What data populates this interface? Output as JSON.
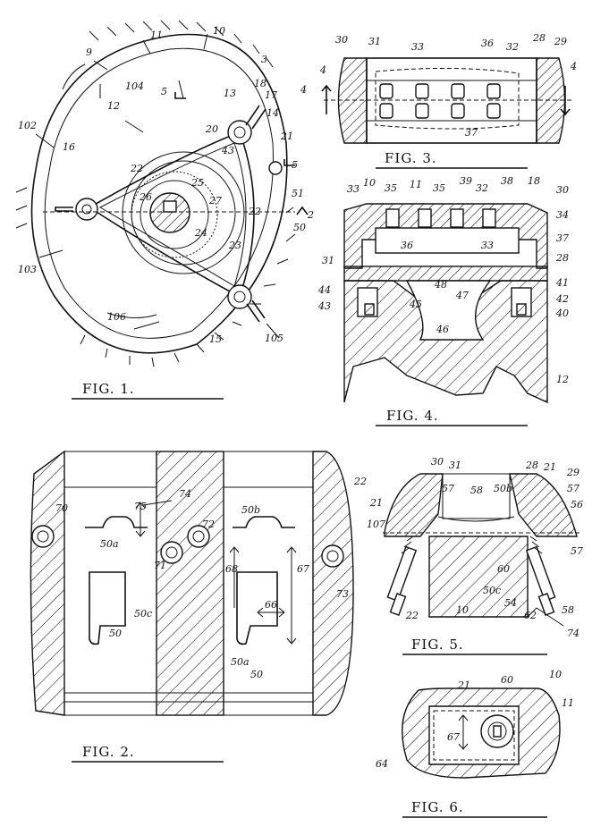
{
  "captions": {
    "fig1": "FIG. 1.",
    "fig2": "FIG. 2.",
    "fig3": "FIG. 3.",
    "fig4": "FIG. 4.",
    "fig5": "FIG. 5.",
    "fig6": "FIG. 6."
  },
  "fig1_labels": [
    "9",
    "11",
    "10",
    "3",
    "102",
    "104",
    "5",
    "12",
    "13",
    "18",
    "17",
    "14",
    "4",
    "20",
    "16",
    "21",
    "5",
    "22",
    "43",
    "25",
    "26",
    "27",
    "22",
    "51",
    "2",
    "24",
    "23",
    "50",
    "15",
    "103",
    "106",
    "105"
  ],
  "fig3_labels": [
    "30",
    "31",
    "33",
    "36",
    "32",
    "28",
    "29",
    "4",
    "37",
    "4"
  ],
  "fig4_labels": [
    "33",
    "10",
    "35",
    "11",
    "35",
    "39",
    "32",
    "38",
    "18",
    "30",
    "34",
    "31",
    "36",
    "33",
    "37",
    "28",
    "44",
    "48",
    "47",
    "41",
    "43",
    "45",
    "42",
    "46",
    "40",
    "12"
  ],
  "fig2_labels": [
    "75",
    "74",
    "70",
    "72",
    "50b",
    "22",
    "71",
    "50a",
    "68",
    "67",
    "50c",
    "66",
    "73",
    "50",
    "50a",
    "50"
  ],
  "fig5_labels": [
    "30",
    "31",
    "28",
    "21",
    "29",
    "21",
    "57",
    "58",
    "50b",
    "57",
    "56",
    "107",
    "60",
    "57",
    "22",
    "10",
    "50c",
    "54",
    "62",
    "58",
    "74"
  ],
  "fig6_labels": [
    "21",
    "60",
    "10",
    "11",
    "67",
    "64"
  ]
}
